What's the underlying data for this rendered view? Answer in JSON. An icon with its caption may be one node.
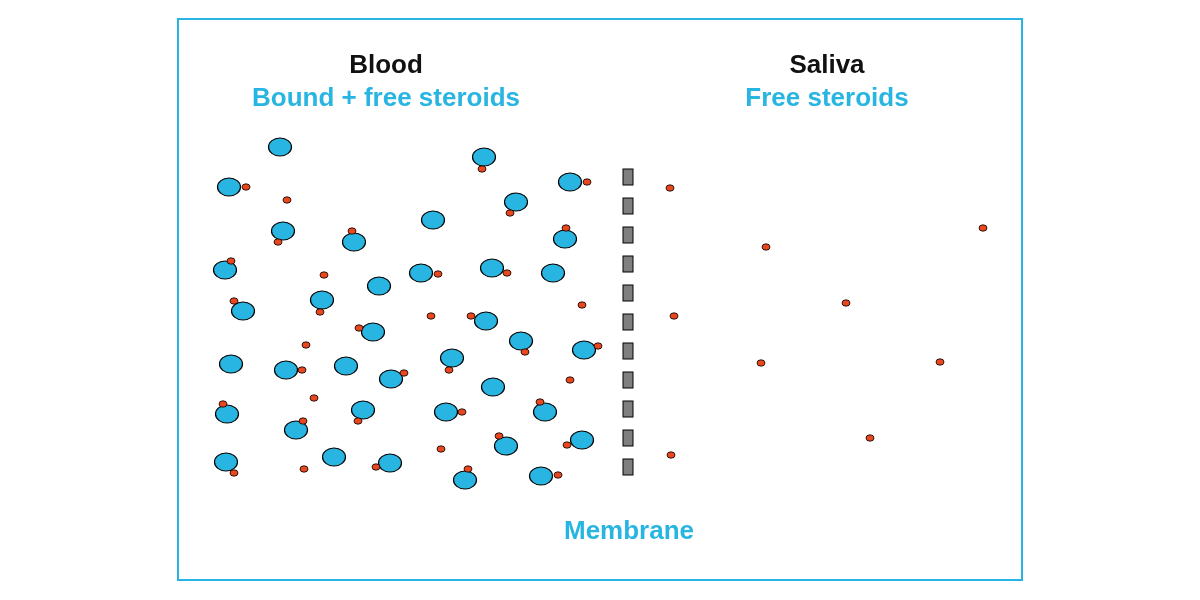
{
  "diagram": {
    "labels": [
      "Blood",
      "Bound + free steroids",
      "Saliva",
      "Free steroids",
      "Membrane"
    ]
  }
}
